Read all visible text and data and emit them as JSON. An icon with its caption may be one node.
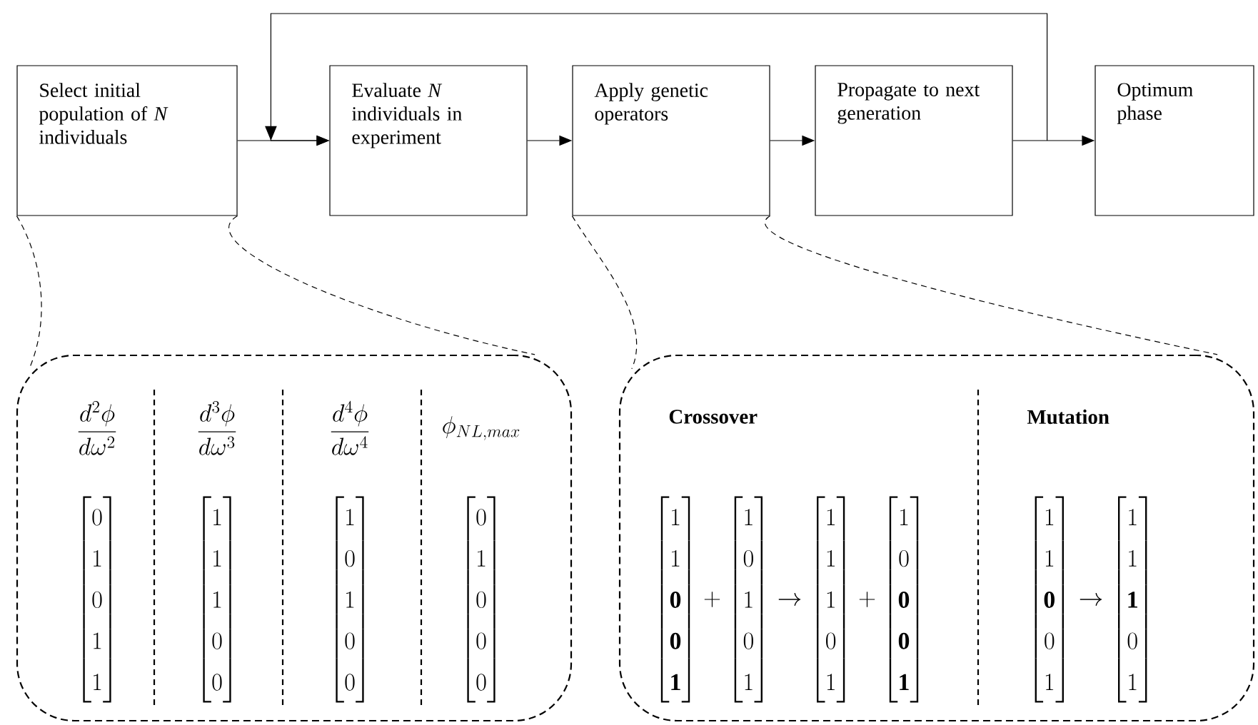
{
  "diagram": {
    "nodes": [
      {
        "text": [
          "Select initial population of *N* individuals"
        ]
      },
      {
        "text": [
          "Evaluate *N* individuals in experiment"
        ]
      },
      {
        "text": [
          "Apply genetic operators"
        ]
      },
      {
        "text": [
          "Propagate to next generation"
        ]
      },
      {
        "text": [
          "Optimum phase"
        ]
      },
      {
        "text": [],
        "shape": "callout"
      },
      {
        "text": [],
        "shape": "callout"
      }
    ],
    "edges": [
      {
        "from": 0,
        "to": 1,
        "arrow": "to"
      },
      {
        "from": 1,
        "to": 2,
        "arrow": "to"
      },
      {
        "from": 2,
        "to": 3,
        "arrow": "to"
      },
      {
        "from": 3,
        "to": 4,
        "arrow": "to"
      },
      {
        "from": 3,
        "to": 1,
        "arrow": "to"
      },
      {
        "from": 0,
        "to": 5,
        "arrow": "none",
        "style": "dashed"
      },
      {
        "from": 0,
        "to": 5,
        "arrow": "none",
        "style": "dashed"
      },
      {
        "from": 2,
        "to": 6,
        "arrow": "none",
        "style": "dashed"
      },
      {
        "from": 2,
        "to": 6,
        "arrow": "none",
        "style": "dashed"
      }
    ],
    "labels": [
      "\\frac{d^2\\phi}{d\\omega^2}",
      "\\frac{d^3\\phi}{d\\omega^3}",
      "\\frac{d^4\\phi}{d\\omega^4}",
      "\\phi_{NL, max}",
      "\\begin{bmatrix}0\\\\1\\\\0\\\\1\\\\1\\end{bmatrix}",
      "\\begin{bmatrix}1\\\\1\\\\1\\\\0\\\\0\\end{bmatrix}",
      "\\begin{bmatrix}1\\\\0\\\\1\\\\0\\\\0\\end{bmatrix}",
      "\\begin{bmatrix}0\\\\1\\\\0\\\\0\\\\0\\end{bmatrix}",
      "Crossover",
      "Mutation",
      "\\begin{bmatrix}1\\\\1\\\\\\mathbf{0}\\\\\\mathbf{0}\\\\\\mathbf{1}\\end{bmatrix}+\\begin{bmatrix}1\\\\0\\\\1\\\\0\\\\1\\end{bmatrix}\\rightarrow\\begin{bmatrix}1\\\\1\\\\1\\\\0\\\\1\\end{bmatrix}+\\begin{bmatrix}1\\\\0\\\\\\mathbf{0}\\\\\\mathbf{0}\\\\\\mathbf{1}\\end{bmatrix}",
      "\\begin{bmatrix}1\\\\1\\\\\\mathbf{0}\\\\0\\\\1\\end{bmatrix}\\rightarrow\\begin{bmatrix}1\\\\1\\\\\\mathbf{1}\\\\0\\\\1\\end{bmatrix}"
    ]
  }
}
